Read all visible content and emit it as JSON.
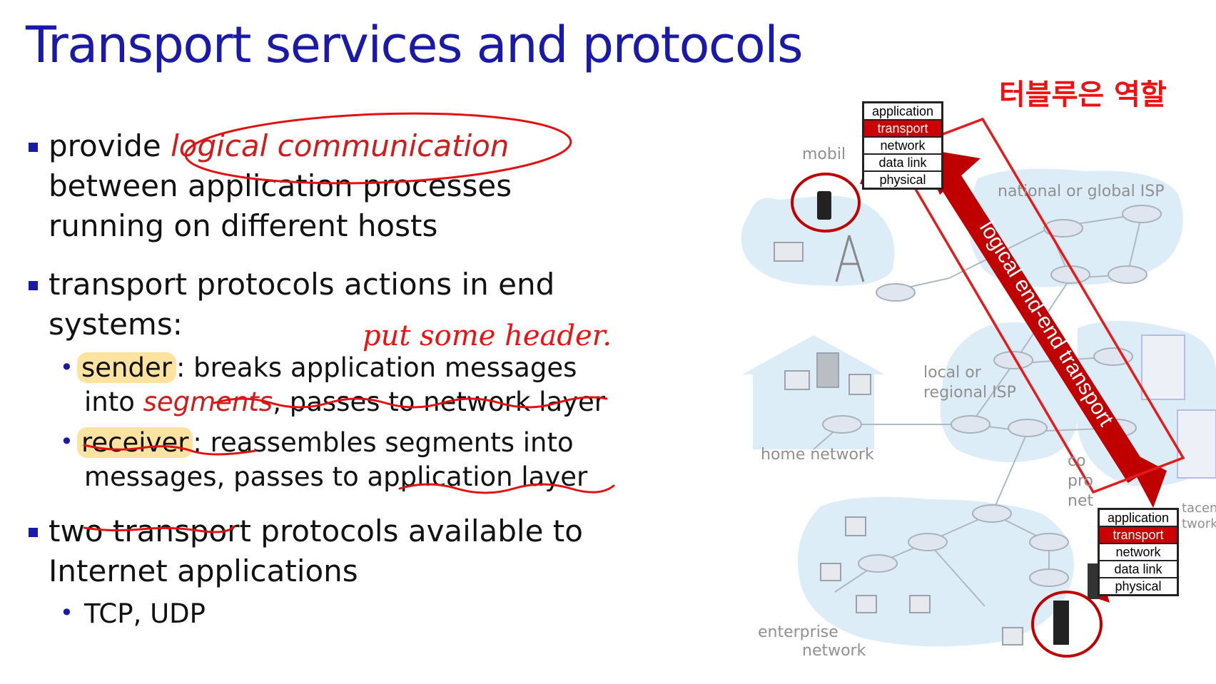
{
  "title": "Transport services and protocols",
  "bullets": {
    "b1_l1_pre": "provide ",
    "b1_l1_em": "logical communication",
    "b1_l2": "between application processes",
    "b1_l3": "running on different hosts",
    "b2_l1": "transport protocols actions in end",
    "b2_l2": "systems:",
    "s1_lead": "sender",
    "s1_rest": ": breaks application messages",
    "s1_l2_pre": "into ",
    "s1_l2_em": "segments",
    "s1_l2_rest": ", passes to network layer",
    "s2_lead": "receiver",
    "s2_rest": ": reassembles segments into",
    "s2_l2": "messages, passes to application layer",
    "b3_l1": "two transport protocols available to",
    "b3_l2": "Internet applications",
    "s3": "TCP, UDP"
  },
  "annotations": {
    "korean": "터블루은 역할",
    "header_note": "put some header."
  },
  "diagram": {
    "arrow_label": "logical end-end transport",
    "labels": {
      "mobile": "mobil",
      "national": "national or global ISP",
      "local": "local or",
      "regional": "regional ISP",
      "home": "home network",
      "content1": "co",
      "content2": "pro",
      "content3": "net",
      "datacenter1": "tacent",
      "datacenter2": "twork",
      "enterprise1": "enterprise",
      "enterprise2": "network"
    },
    "stack_top": [
      "application",
      "transport",
      "network",
      "data link",
      "physical"
    ],
    "stack_bottom": [
      "application",
      "transport",
      "network",
      "data link",
      "physical"
    ]
  },
  "colors": {
    "title": "#1a1aa6",
    "annotation_red": "#e11111",
    "arrow": "#c00000",
    "highlight": "#fde3a2",
    "cloud": "#dcedf8"
  }
}
